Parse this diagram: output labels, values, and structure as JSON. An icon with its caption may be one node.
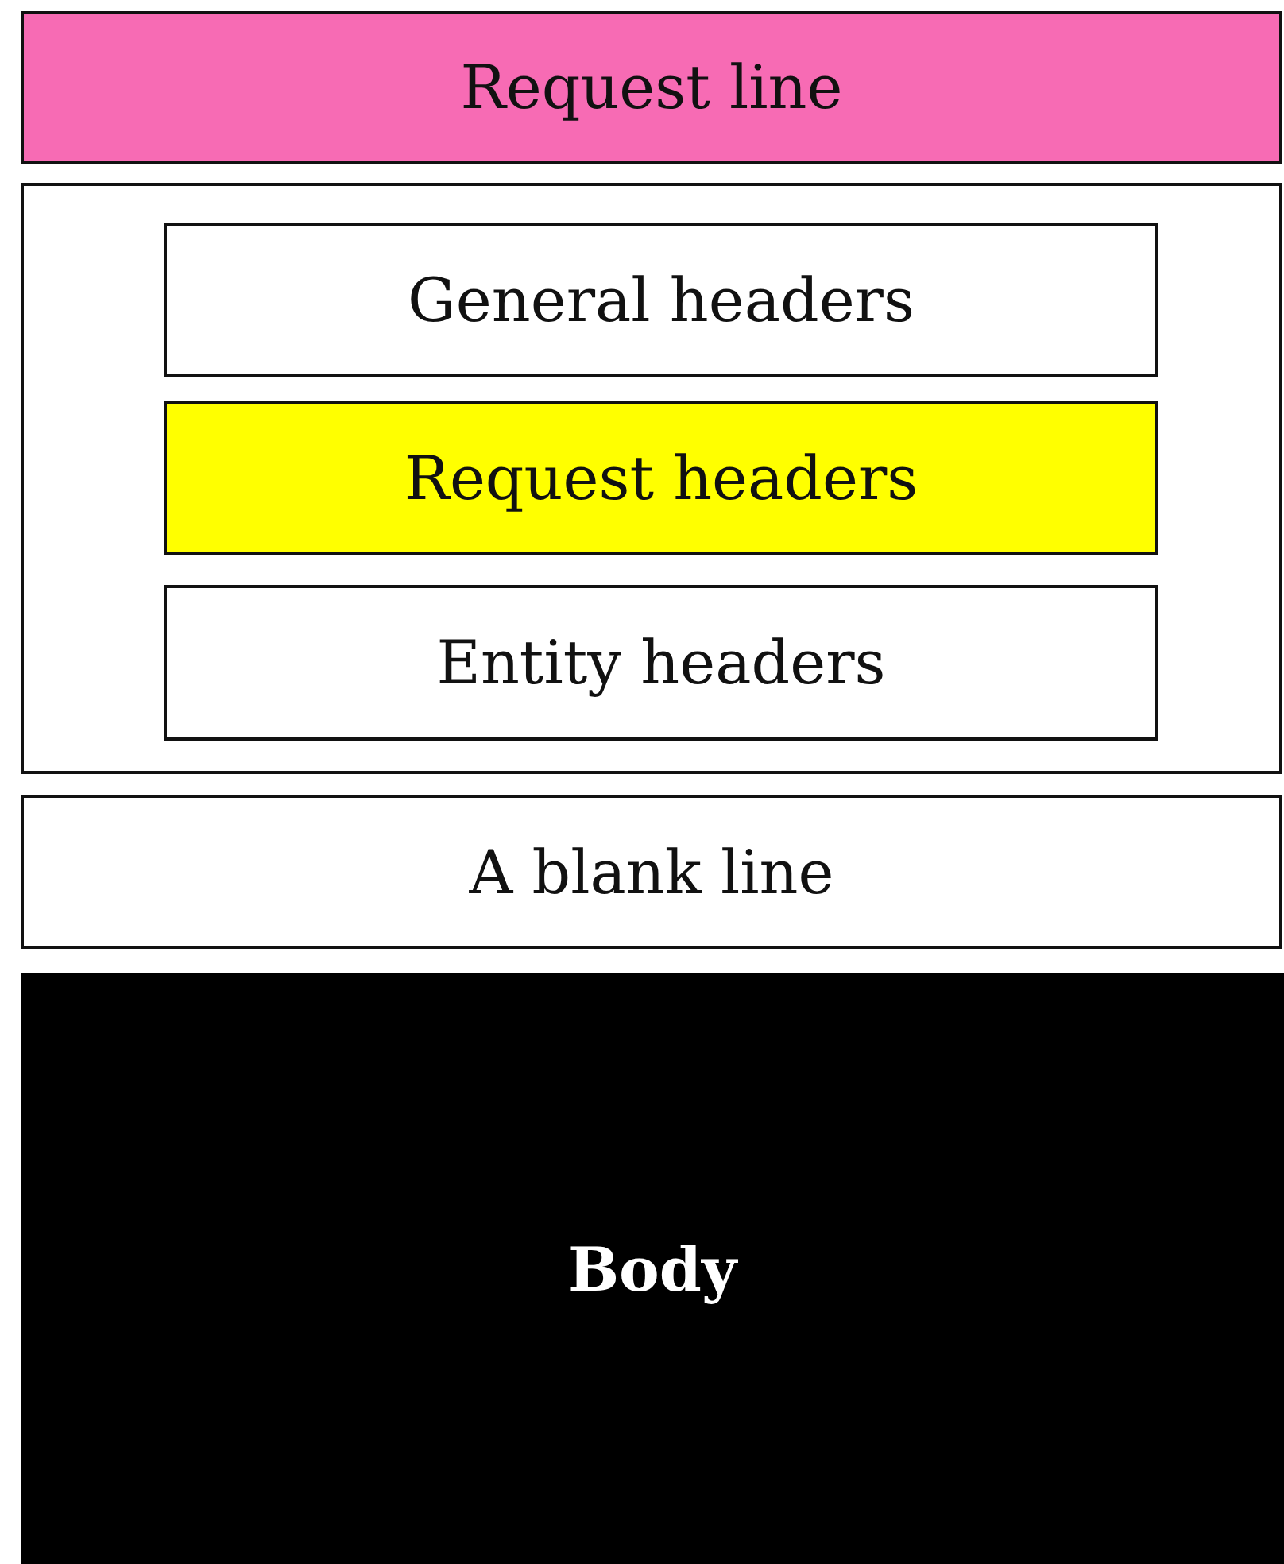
{
  "diagram": {
    "nodes": [
      {
        "text": [
          "Request line"
        ]
      },
      {
        "text": [],
        "shape": "box"
      },
      {
        "text": [
          "General headers"
        ],
        "in": 1
      },
      {
        "text": [
          "Request headers"
        ],
        "in": 1
      },
      {
        "text": [
          "Entity headers"
        ],
        "in": 1
      },
      {
        "text": [
          "A blank line"
        ]
      },
      {
        "text": [
          "Body"
        ]
      }
    ]
  }
}
